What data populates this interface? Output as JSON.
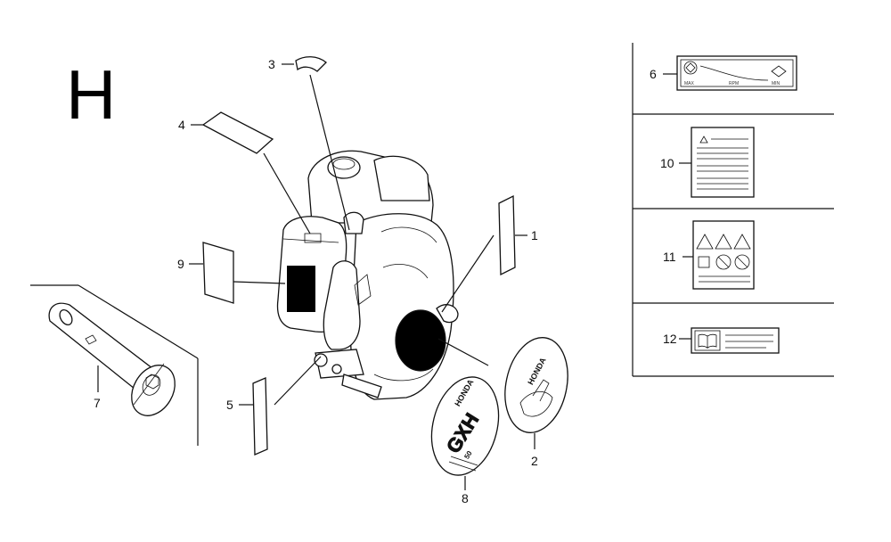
{
  "section_letter": "H",
  "callouts": {
    "c1": "1",
    "c2": "2",
    "c3": "3",
    "c4": "4",
    "c5": "5",
    "c6": "6",
    "c7": "7",
    "c8": "8",
    "c9": "9",
    "c10": "10",
    "c11": "11",
    "c12": "12"
  },
  "decal_text": {
    "tag8_brand": "HONDA",
    "tag8_model": "GXH",
    "tag8_cc": "50",
    "tag2_brand": "HONDA",
    "label6_left": "MAX",
    "label6_mid": "RPM",
    "label6_right": "MIN"
  }
}
